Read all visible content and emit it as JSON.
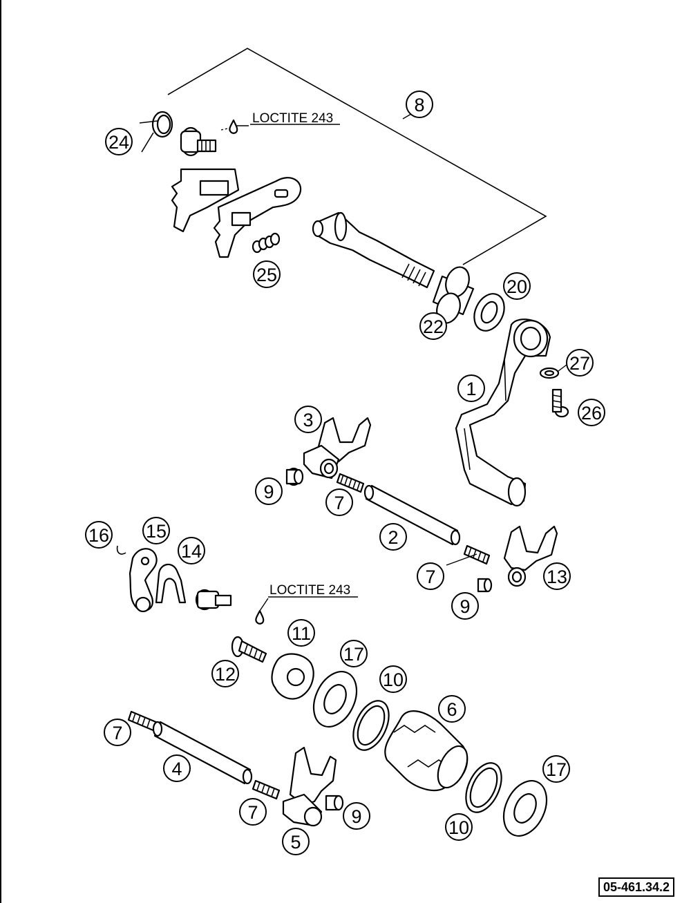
{
  "diagram": {
    "reference_number": "05-461.34.2",
    "notes": [
      {
        "id": "loctite-top",
        "text": "LOCTITE 243"
      },
      {
        "id": "loctite-bottom",
        "text": "LOCTITE 243"
      }
    ],
    "callouts": [
      {
        "id": "c8",
        "label": "8"
      },
      {
        "id": "c24",
        "label": "24"
      },
      {
        "id": "c25",
        "label": "25"
      },
      {
        "id": "c20",
        "label": "20"
      },
      {
        "id": "c22",
        "label": "22"
      },
      {
        "id": "c27",
        "label": "27"
      },
      {
        "id": "c1",
        "label": "1"
      },
      {
        "id": "c26",
        "label": "26"
      },
      {
        "id": "c3",
        "label": "3"
      },
      {
        "id": "c9a",
        "label": "9"
      },
      {
        "id": "c7a",
        "label": "7"
      },
      {
        "id": "c2",
        "label": "2"
      },
      {
        "id": "c16",
        "label": "16"
      },
      {
        "id": "c15",
        "label": "15"
      },
      {
        "id": "c14",
        "label": "14"
      },
      {
        "id": "c7b",
        "label": "7"
      },
      {
        "id": "c13",
        "label": "13"
      },
      {
        "id": "c9b",
        "label": "9"
      },
      {
        "id": "c11",
        "label": "11"
      },
      {
        "id": "c17a",
        "label": "17"
      },
      {
        "id": "c12",
        "label": "12"
      },
      {
        "id": "c10a",
        "label": "10"
      },
      {
        "id": "c6",
        "label": "6"
      },
      {
        "id": "c7c",
        "label": "7"
      },
      {
        "id": "c4",
        "label": "4"
      },
      {
        "id": "c17b",
        "label": "17"
      },
      {
        "id": "c7d",
        "label": "7"
      },
      {
        "id": "c9c",
        "label": "9"
      },
      {
        "id": "c10b",
        "label": "10"
      },
      {
        "id": "c5",
        "label": "5"
      }
    ]
  }
}
